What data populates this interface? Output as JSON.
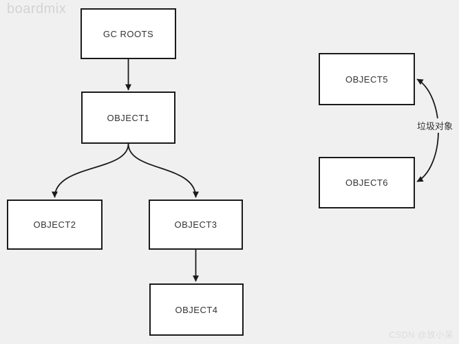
{
  "watermarks": {
    "brand": "boardmix",
    "credit": "CSDN @放小呆"
  },
  "diagram": {
    "nodes": [
      {
        "id": "gc_roots",
        "label": "GC ROOTS"
      },
      {
        "id": "object1",
        "label": "OBJECT1"
      },
      {
        "id": "object2",
        "label": "OBJECT2"
      },
      {
        "id": "object3",
        "label": "OBJECT3"
      },
      {
        "id": "object4",
        "label": "OBJECT4"
      },
      {
        "id": "object5",
        "label": "OBJECT5"
      },
      {
        "id": "object6",
        "label": "OBJECT6"
      }
    ],
    "edges": [
      {
        "from": "gc_roots",
        "to": "object1",
        "label": ""
      },
      {
        "from": "object1",
        "to": "object2",
        "label": ""
      },
      {
        "from": "object1",
        "to": "object3",
        "label": ""
      },
      {
        "from": "object3",
        "to": "object4",
        "label": ""
      },
      {
        "from": "object5",
        "to": "object6",
        "label": "垃圾对象",
        "bidirectional": true
      }
    ]
  },
  "colors": {
    "background": "#f0f0f0",
    "node_fill": "#ffffff",
    "node_border": "#1a1a1a",
    "edge_stroke": "#1a1a1a",
    "text": "#333333",
    "brand_watermark": "#d2d3d6",
    "credit_watermark": "#dcdcdc"
  }
}
